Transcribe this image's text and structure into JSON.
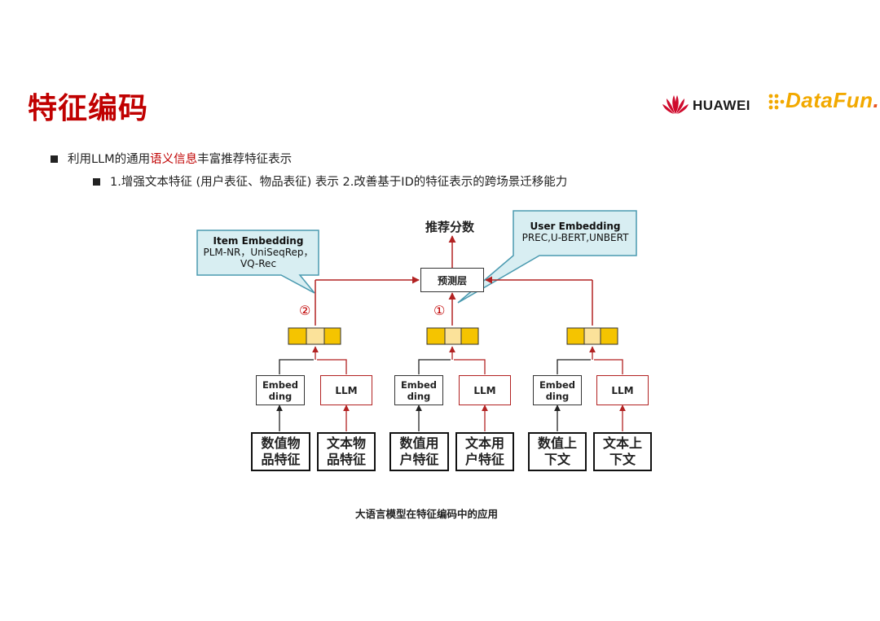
{
  "title": "特征编码",
  "logos": {
    "huawei": "HUAWEI",
    "datafun_prefix": "",
    "datafun_main": "DataFun",
    "datafun_dot": ".",
    "huawei_icon": "huawei-flower-icon",
    "datafun_icon": "datafun-dots-icon",
    "colors": {
      "huawei_red": "#cf0a2c",
      "datafun_yellow": "#f2a900",
      "datafun_orange": "#e8541e"
    }
  },
  "bullets": {
    "b1": {
      "pre": "利用LLM的通用",
      "highlight": "语义信息",
      "post": "丰富推荐特征表示"
    },
    "b2": {
      "text": "1.增强文本特征 (用户表征、物品表征) 表示 2.改善基于ID的特征表示的跨场景迁移能力"
    }
  },
  "diagram": {
    "output": "推荐分数",
    "predict_layer": "预测层",
    "callout_item": {
      "title": "Item Embedding",
      "line1": "PLM-NR，UniSeqRep，",
      "line2": "VQ-Rec"
    },
    "callout_user": {
      "title": "User Embedding",
      "line1": "PREC,U-BERT,UNBERT"
    },
    "marker_1": "①",
    "marker_2": "②",
    "groups": [
      {
        "embed_l1": "Embed",
        "embed_l2": "ding",
        "llm": "LLM",
        "num_l1": "数值物",
        "num_l2": "品特征",
        "text_l1": "文本物",
        "text_l2": "品特征"
      },
      {
        "embed_l1": "Embed",
        "embed_l2": "ding",
        "llm": "LLM",
        "num_l1": "数值用",
        "num_l2": "户特征",
        "text_l1": "文本用",
        "text_l2": "户特征"
      },
      {
        "embed_l1": "Embed",
        "embed_l2": "ding",
        "llm": "LLM",
        "num_l1": "数值上",
        "num_l2": "下文",
        "text_l1": "文本上",
        "text_l2": "下文"
      }
    ],
    "caption": "大语言模型在特征编码中的应用",
    "colors": {
      "red_line": "#b22222",
      "vector_yellow": "#f5c400",
      "vector_light": "#fbe29a",
      "callout_fill": "#d8eef2",
      "callout_border": "#4a9ab0"
    }
  }
}
